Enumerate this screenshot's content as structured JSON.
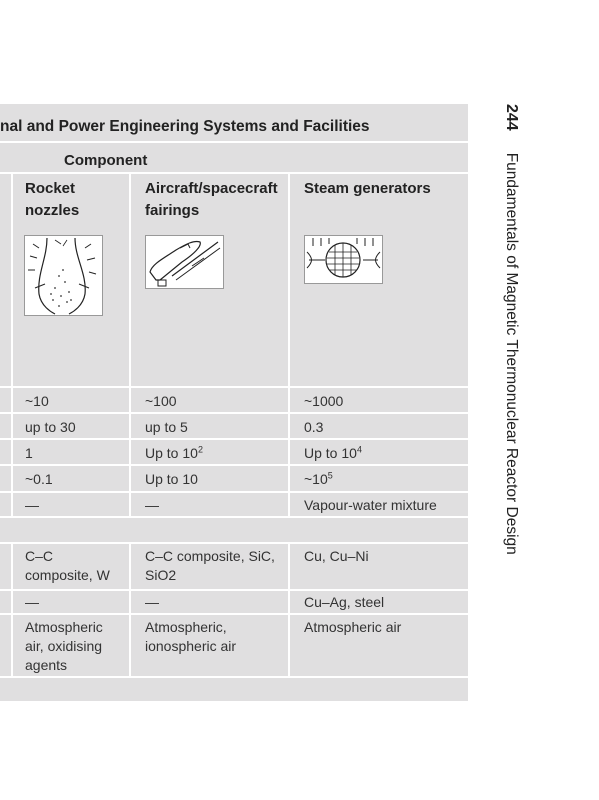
{
  "table": {
    "title": "nal and Power Engineering Systems and Facilities",
    "group_header": "Component",
    "columns": [
      {
        "label_line1": "Rocket",
        "label_line2": "nozzles"
      },
      {
        "label_line1": "Aircraft/spacecraft",
        "label_line2": "fairings"
      },
      {
        "label_line1": "Steam generators",
        "label_line2": ""
      }
    ],
    "figures": [
      "rocket-nozzle-sketch-icon",
      "fairing-sketch-icon",
      "steam-generator-sketch-icon"
    ],
    "rows": [
      {
        "cells": [
          "~10",
          "~100",
          "~1000"
        ]
      },
      {
        "cells": [
          "up to 30",
          "up to 5",
          "0.3"
        ]
      },
      {
        "cells": [
          {
            "base": "1",
            "sup": ""
          },
          {
            "base": "Up to 10",
            "sup": "2"
          },
          {
            "base": "Up to 10",
            "sup": "4"
          }
        ]
      },
      {
        "cells": [
          {
            "base": "~0.1",
            "sup": ""
          },
          {
            "base": "Up to 10",
            "sup": ""
          },
          {
            "base": "~10",
            "sup": "5"
          }
        ]
      },
      {
        "cells": [
          "—",
          "—",
          "Vapour-water mixture"
        ]
      },
      {
        "cells": [
          {
            "l1": "C–C",
            "l2": "composite, W",
            "l3": ""
          },
          {
            "l1": "C–C composite, SiC,",
            "l2": "SiO2",
            "l3": ""
          },
          {
            "l1": "Cu, Cu–Ni",
            "l2": "",
            "l3": ""
          }
        ]
      },
      {
        "cells": [
          "—",
          "—",
          "Cu–Ag, steel"
        ]
      },
      {
        "cells": [
          {
            "l1": "Atmospheric",
            "l2": "air, oxidising",
            "l3": "agents"
          },
          {
            "l1": "Atmospheric,",
            "l2": "ionospheric air",
            "l3": ""
          },
          {
            "l1": "Atmospheric air",
            "l2": "",
            "l3": ""
          }
        ]
      }
    ]
  },
  "running_header": {
    "page_number": "244",
    "book_title": "Fundamentals of Magnetic Thermonuclear Reactor Design"
  }
}
